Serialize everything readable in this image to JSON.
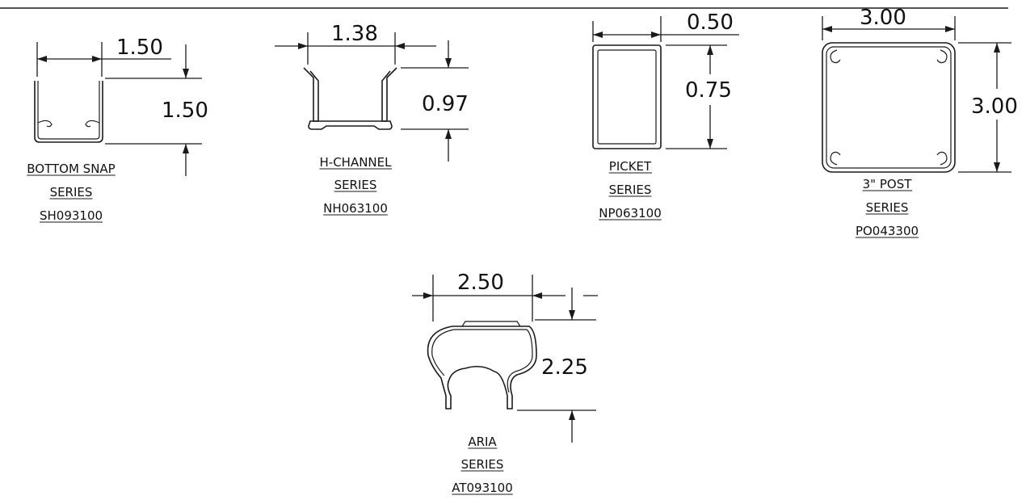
{
  "profiles": {
    "bottom_snap": {
      "width": "1.50",
      "height": "1.50",
      "name": "BOTTOM SNAP",
      "series": "SERIES",
      "part": "SH093100"
    },
    "h_channel": {
      "width": "1.38",
      "height": "0.97",
      "name": "H-CHANNEL",
      "series": "SERIES",
      "part": "NH063100"
    },
    "picket": {
      "width": "0.50",
      "height": "0.75",
      "name": "PICKET",
      "series": "SERIES",
      "part": "NP063100"
    },
    "post": {
      "width": "3.00",
      "height": "3.00",
      "name": "3\" POST",
      "series": "SERIES",
      "part": "PO043300"
    },
    "aria": {
      "width": "2.50",
      "height": "2.25",
      "name": "ARIA",
      "series": "SERIES",
      "part": "AT093100"
    }
  },
  "colors": {
    "line": "#1a1a1a",
    "text": "#111111",
    "background": "#ffffff"
  }
}
